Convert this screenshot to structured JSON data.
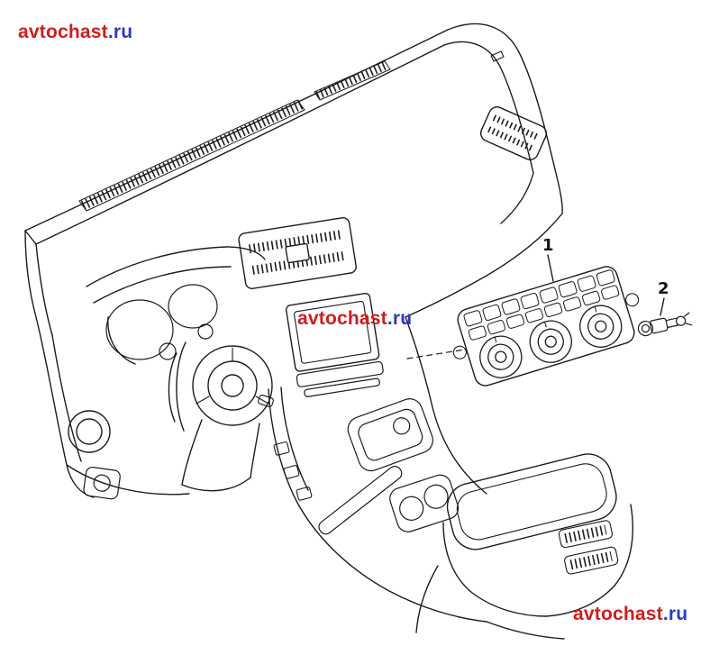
{
  "canvas": {
    "background_color": "#ffffff",
    "line_color": "#1c1c1c"
  },
  "watermarks": {
    "brand": "avtochast",
    "tld": ".ru",
    "color_brand": "#cf1d1d",
    "color_tld": "#2a3cc0",
    "count": 3
  },
  "callouts": {
    "one": "1",
    "two": "2"
  }
}
